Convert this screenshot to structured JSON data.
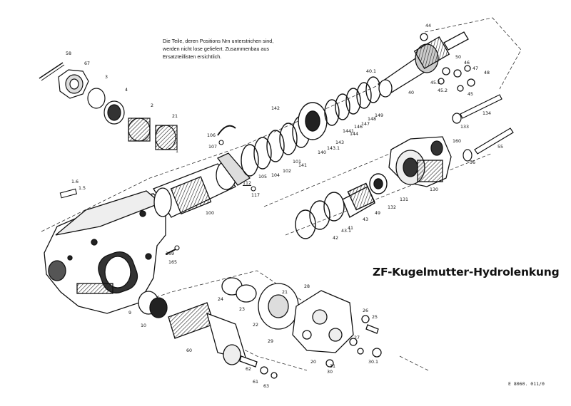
{
  "note": {
    "line1": "Die Teile, deren Positions  Nrn unterstrichen sind,",
    "line2": "werden nicht  lose geliefert. Zusammenbau aus",
    "line3": "Ersatzteillisten ersichtlich."
  },
  "title": "ZF-Kugelmutter-Hydrolenkung",
  "doc_number": "E 8060. 011/0",
  "part_labels": [
    "58",
    "67",
    "3",
    "4",
    "2",
    "21",
    "1",
    "1.6",
    "1.5",
    "106",
    "107",
    "100",
    "112",
    "117",
    "105",
    "104",
    "102",
    "101",
    "141",
    "140",
    "143",
    "143.1",
    "1441",
    "144",
    "146",
    "147",
    "148",
    "149",
    "142",
    "40",
    "40.1",
    "44",
    "50",
    "46",
    "47",
    "45",
    "45.1",
    "45.2",
    "48",
    "134",
    "133",
    "130",
    "160",
    "55",
    "56",
    "132",
    "131",
    "49",
    "43",
    "43.1",
    "42",
    "41",
    "169",
    "165",
    "9",
    "10",
    "60",
    "24",
    "23",
    "22",
    "21",
    "28",
    "29",
    "26",
    "25",
    "27",
    "20",
    "30",
    "31",
    "30.1",
    "62",
    "61",
    "63"
  ]
}
